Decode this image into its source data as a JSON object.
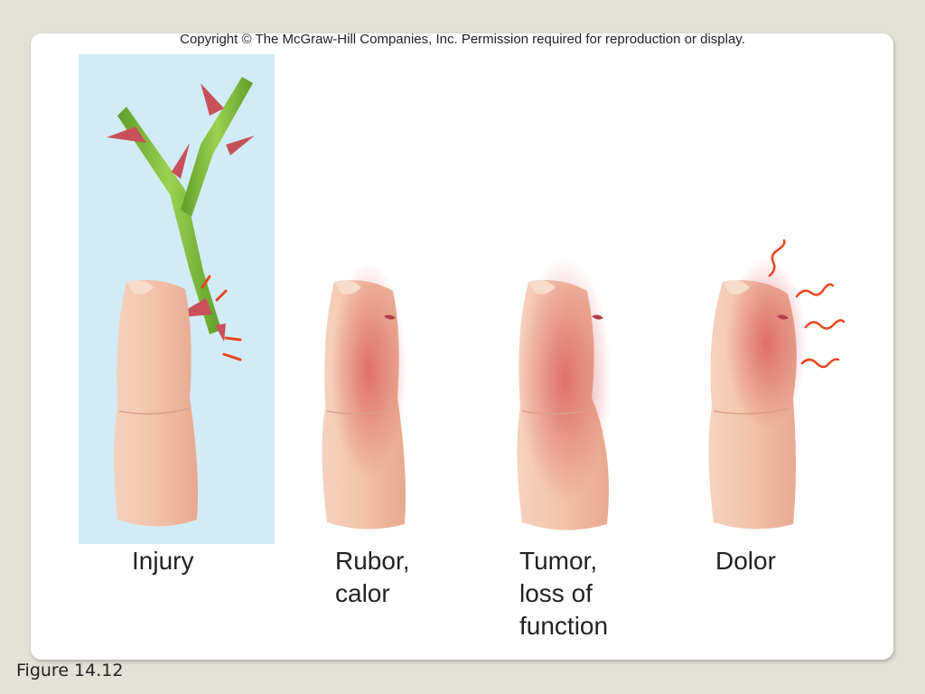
{
  "slide": {
    "copyright": "Copyright © The McGraw-Hill Companies, Inc. Permission required for reproduction or display.",
    "caption": "Figure 14.12"
  },
  "panels": [
    {
      "id": "injury",
      "lines": [
        "Injury"
      ]
    },
    {
      "id": "rubor",
      "lines": [
        "Rubor,",
        "calor"
      ]
    },
    {
      "id": "tumor",
      "lines": [
        "Tumor,",
        "loss of",
        "function"
      ]
    },
    {
      "id": "dolor",
      "lines": [
        "Dolor"
      ]
    }
  ],
  "colors": {
    "skin": "#f2c2a8",
    "inflammation": "#d9545a",
    "stem": "#7fbe3d",
    "thorn": "#c8505a",
    "pain_lines": "#e8461f",
    "injury_background": "#d2ecf7"
  }
}
